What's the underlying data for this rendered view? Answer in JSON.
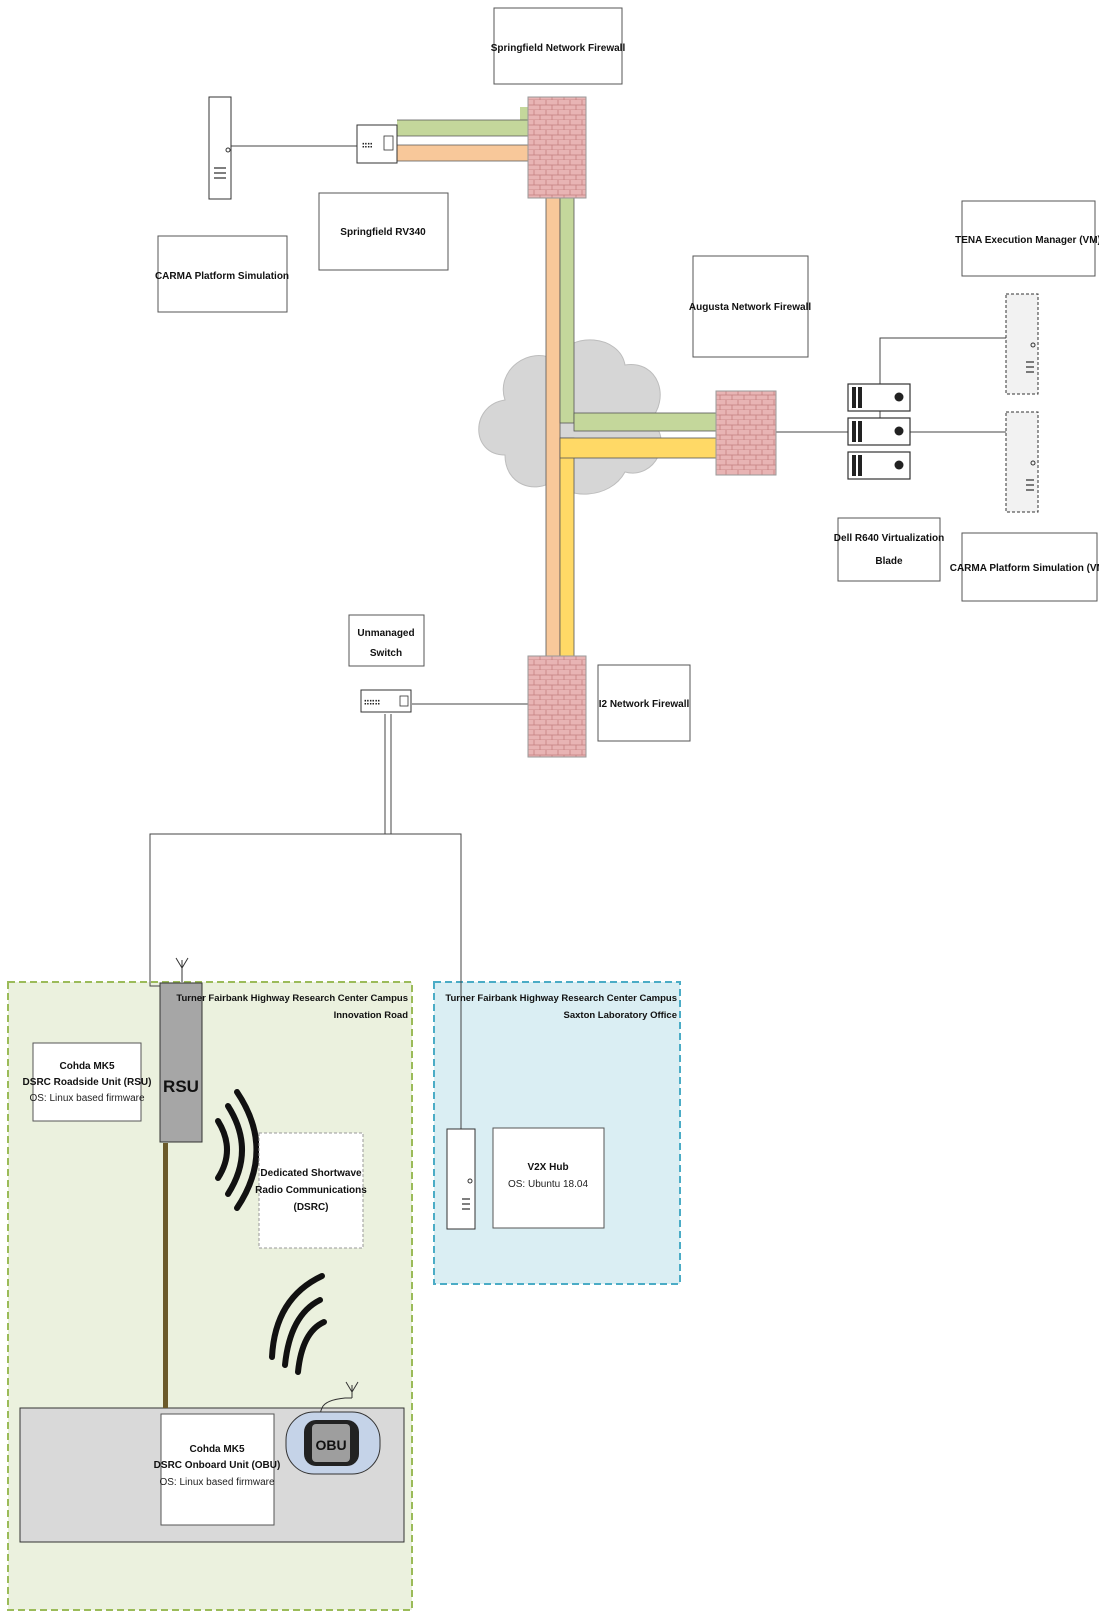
{
  "labels": {
    "springfield_firewall": "Springfield Network Firewall",
    "springfield_rv340": "Springfield RV340",
    "carma_sim": "CARMA Platform Simulation",
    "augusta_firewall": "Augusta Network Firewall",
    "tena_manager": "TENA Execution Manager (VM)",
    "dell_blade_1": "Dell R640 Virtualization",
    "dell_blade_2": "Blade",
    "carma_sim_vm": "CARMA Platform Simulation (VM)",
    "unmanaged_switch_1": "Unmanaged",
    "unmanaged_switch_2": "Switch",
    "i2_firewall": "I2 Network Firewall"
  },
  "zones": {
    "innovation_line1": "Turner Fairbank Highway Research Center Campus",
    "innovation_line2": "Innovation Road",
    "saxton_line1": "Turner Fairbank Highway Research Center Campus",
    "saxton_line2": "Saxton Laboratory Office"
  },
  "rsu": {
    "badge": "RSU",
    "line1": "Cohda MK5",
    "line2": "DSRC Roadside Unit (RSU)",
    "line3": "OS: Linux based firmware"
  },
  "dsrc": {
    "line1": "Dedicated Shortwave",
    "line2": "Radio Communications",
    "line3": "(DSRC)"
  },
  "v2x": {
    "line1": "V2X Hub",
    "line2": "OS: Ubuntu 18.04"
  },
  "obu": {
    "badge": "OBU",
    "line1": "Cohda MK5",
    "line2": "DSRC Onboard Unit (OBU)",
    "line3": "OS: Linux based firmware"
  },
  "colors": {
    "link_green": "#c4d79b",
    "link_orange": "#f8c89a",
    "link_yellow": "#ffd966",
    "firewall": "#e8b4b4",
    "zone_green_fill": "#ebf1de",
    "zone_green_border": "#9bbb59",
    "zone_blue_fill": "#daeef3",
    "zone_blue_border": "#4bacc6",
    "road": "#d9d9d9",
    "cloud": "#d6d6d6"
  }
}
